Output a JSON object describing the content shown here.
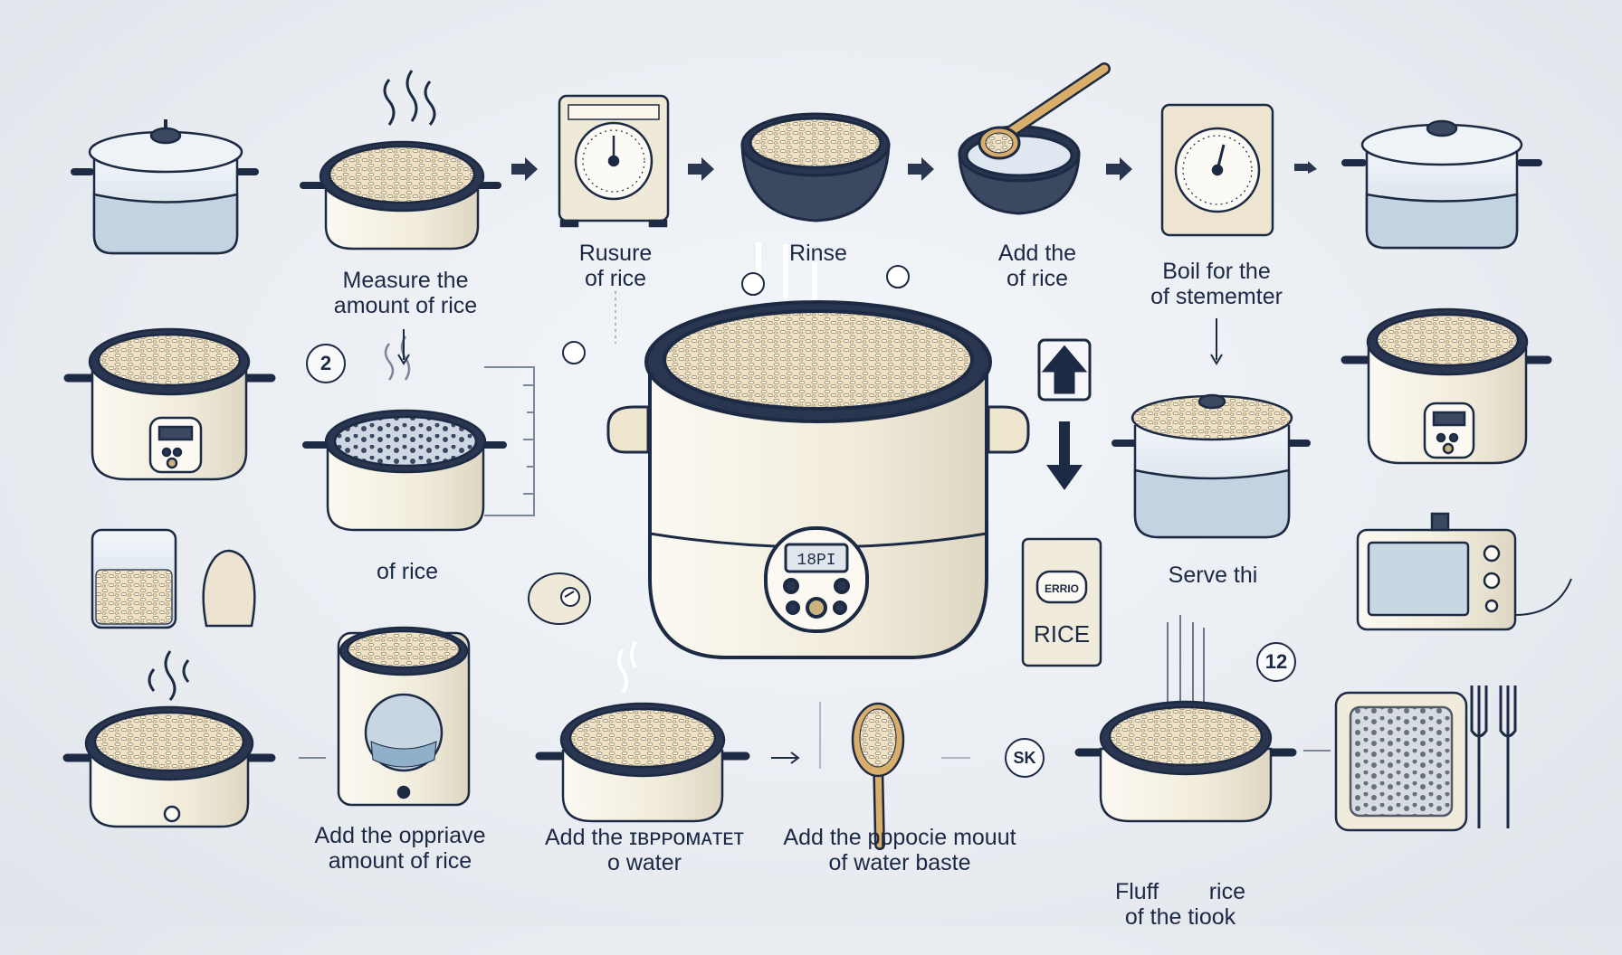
{
  "labels": {
    "measure": [
      "Measure the",
      "amount of rice"
    ],
    "rusure": [
      "Rusure",
      "of rice"
    ],
    "rinse": [
      "Rinse"
    ],
    "add_rice": [
      "Add the",
      "of rice"
    ],
    "boil": [
      "Boil for the",
      "of stememter"
    ],
    "of_rice": [
      "of rice"
    ],
    "serve": [
      "Serve thi"
    ],
    "add_approp": [
      "Add the oppriave",
      "amount of rice"
    ],
    "add_water": [
      "Add the ɪʙᴘᴘᴏᴍᴀᴛᴇᴛ",
      "ᴏ water"
    ],
    "add_paste": [
      "Add the pppocie mouut",
      "of water baste"
    ],
    "fluff": [
      "Fluff        rice",
      "of the tiook"
    ]
  },
  "badges": {
    "two": "2",
    "twelve": "12",
    "sk": "SK"
  },
  "cooker_display": "18PI",
  "rice_bag": {
    "top": "ERRIO",
    "main": "RICE"
  },
  "colors": {
    "outline": "#1d2a44",
    "cream": "#f4f0e2",
    "rice": "#ead9b5",
    "water": "#cfdde8",
    "rim": "#2a3550"
  }
}
